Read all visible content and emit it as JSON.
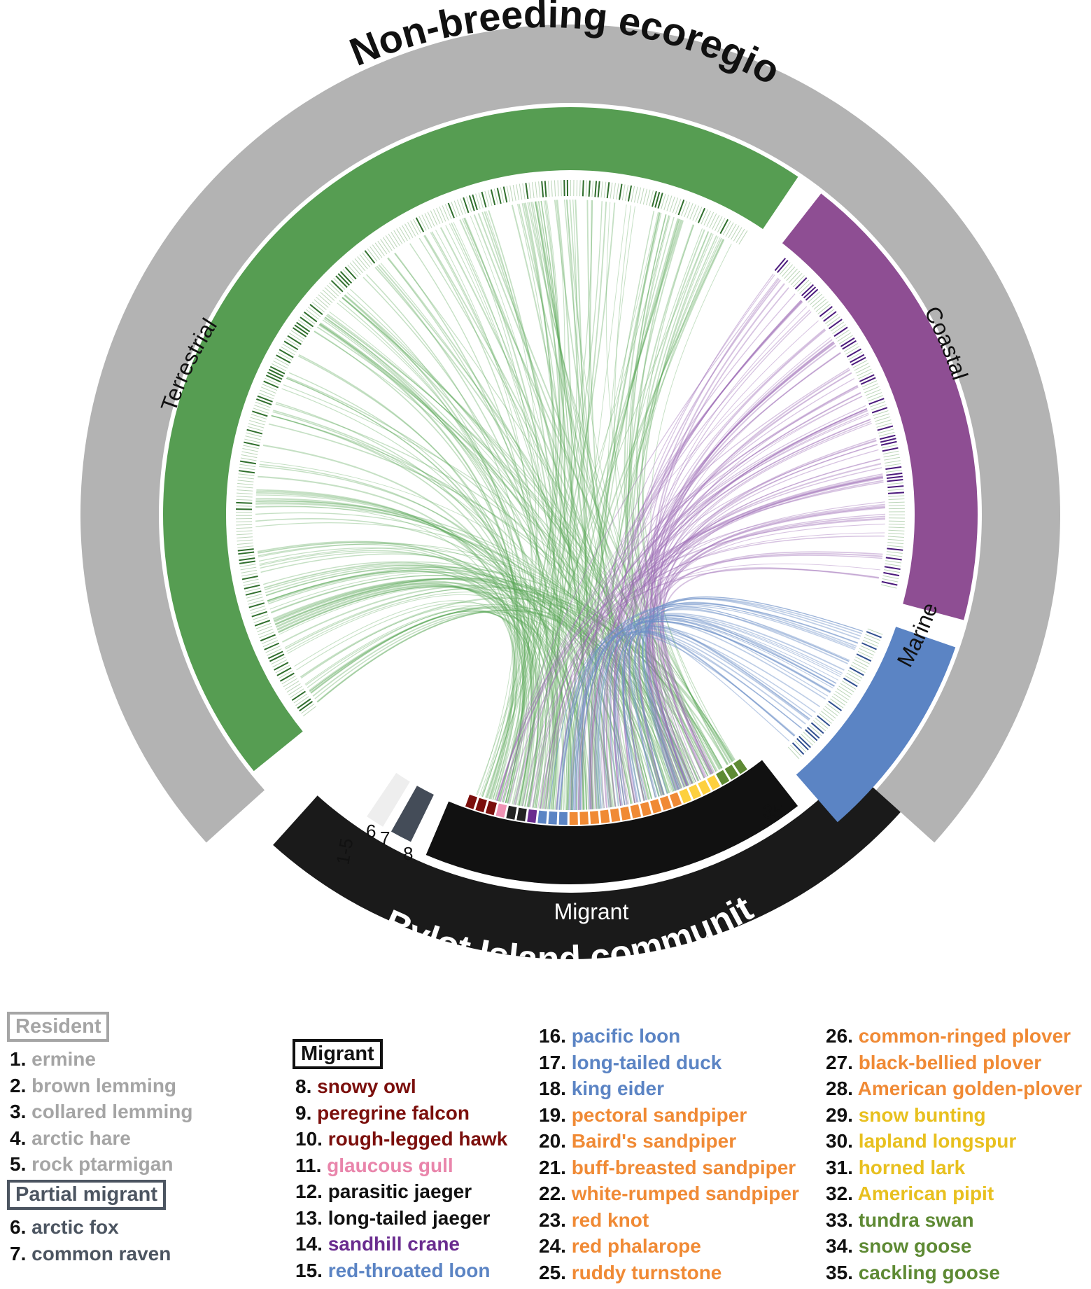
{
  "title_top": "Non-breeding ecoregions",
  "title_bottom": "Bylot Island community",
  "regions": [
    {
      "id": "terrestrial",
      "label": "Terrestrial",
      "color": "#569d52"
    },
    {
      "id": "coastal",
      "label": "Coastal",
      "color": "#8e4e93"
    },
    {
      "id": "marine",
      "label": "Marine",
      "color": "#5b84c4"
    }
  ],
  "community_groups": {
    "migrant_label": "Migrant",
    "resident_range_label": "1-5",
    "partial_labels": [
      "6",
      "7"
    ],
    "first_migrant_label": "8",
    "last_migrant_label": "35"
  },
  "species_colors": [
    "#7b0f0c",
    "#7b0f0c",
    "#7b0f0c",
    "#ef92b4",
    "#222222",
    "#222222",
    "#6a2c8f",
    "#5b84c4",
    "#5b84c4",
    "#5b84c4",
    "#f08a35",
    "#f08a35",
    "#f08a35",
    "#f08a35",
    "#f08a35",
    "#f08a35",
    "#f08a35",
    "#f08a35",
    "#f08a35",
    "#f08a35",
    "#f08a35",
    "#fdd03f",
    "#fdd03f",
    "#fdd03f",
    "#fdd03f",
    "#5e8a34",
    "#5e8a34",
    "#5e8a34"
  ],
  "legend": {
    "groups": [
      {
        "title": "Resident",
        "color": "#a5a5a5",
        "items": [
          {
            "num": "1.",
            "name": "ermine",
            "color": "#a5a5a5"
          },
          {
            "num": "2.",
            "name": "brown lemming",
            "color": "#a5a5a5"
          },
          {
            "num": "3.",
            "name": "collared lemming",
            "color": "#a5a5a5"
          },
          {
            "num": "4.",
            "name": "arctic hare",
            "color": "#a5a5a5"
          },
          {
            "num": "5.",
            "name": "rock ptarmigan",
            "color": "#a5a5a5"
          }
        ]
      },
      {
        "title": "Partial migrant",
        "color": "#4c5561",
        "items": [
          {
            "num": "6.",
            "name": "arctic fox",
            "color": "#4c5561"
          },
          {
            "num": "7.",
            "name": "common raven",
            "color": "#4c5561"
          }
        ]
      },
      {
        "title": "Migrant",
        "color": "#111111",
        "items": [
          {
            "num": "8.",
            "name": "snowy owl",
            "color": "#7b0f0c"
          },
          {
            "num": "9.",
            "name": "peregrine falcon",
            "color": "#7b0f0c"
          },
          {
            "num": "10.",
            "name": "rough-legged hawk",
            "color": "#7b0f0c"
          },
          {
            "num": "11.",
            "name": "glaucous gull",
            "color": "#e985ab"
          },
          {
            "num": "12.",
            "name": "parasitic jaeger",
            "color": "#111111"
          },
          {
            "num": "13.",
            "name": "long-tailed jaeger",
            "color": "#111111"
          },
          {
            "num": "14.",
            "name": "sandhill crane",
            "color": "#6a2c8f"
          },
          {
            "num": "15.",
            "name": "red-throated loon",
            "color": "#5b84c4"
          },
          {
            "num": "16.",
            "name": "pacific loon",
            "color": "#5b84c4"
          },
          {
            "num": "17.",
            "name": "long-tailed duck",
            "color": "#5b84c4"
          },
          {
            "num": "18.",
            "name": "king eider",
            "color": "#5b84c4"
          },
          {
            "num": "19.",
            "name": "pectoral sandpiper",
            "color": "#f08a35"
          },
          {
            "num": "20.",
            "name": "Baird's sandpiper",
            "color": "#f08a35"
          },
          {
            "num": "21.",
            "name": "buff-breasted sandpiper",
            "color": "#f08a35"
          },
          {
            "num": "22.",
            "name": "white-rumped sandpiper",
            "color": "#f08a35"
          },
          {
            "num": "23.",
            "name": "red knot",
            "color": "#f08a35"
          },
          {
            "num": "24.",
            "name": "red phalarope",
            "color": "#f08a35"
          },
          {
            "num": "25.",
            "name": "ruddy turnstone",
            "color": "#f08a35"
          },
          {
            "num": "26.",
            "name": "common-ringed plover",
            "color": "#f08a35"
          },
          {
            "num": "27.",
            "name": "black-bellied plover",
            "color": "#f08a35"
          },
          {
            "num": "28.",
            "name": "American golden-plover",
            "color": "#f08a35"
          },
          {
            "num": "29.",
            "name": "snow bunting",
            "color": "#e8c01f"
          },
          {
            "num": "30.",
            "name": "lapland longspur",
            "color": "#e8c01f"
          },
          {
            "num": "31.",
            "name": "horned lark",
            "color": "#e8c01f"
          },
          {
            "num": "32.",
            "name": "American pipit",
            "color": "#e8c01f"
          },
          {
            "num": "33.",
            "name": "tundra swan",
            "color": "#5e8a34"
          },
          {
            "num": "34.",
            "name": "snow goose",
            "color": "#5e8a34"
          },
          {
            "num": "35.",
            "name": "cackling goose",
            "color": "#5e8a34"
          }
        ]
      }
    ]
  }
}
